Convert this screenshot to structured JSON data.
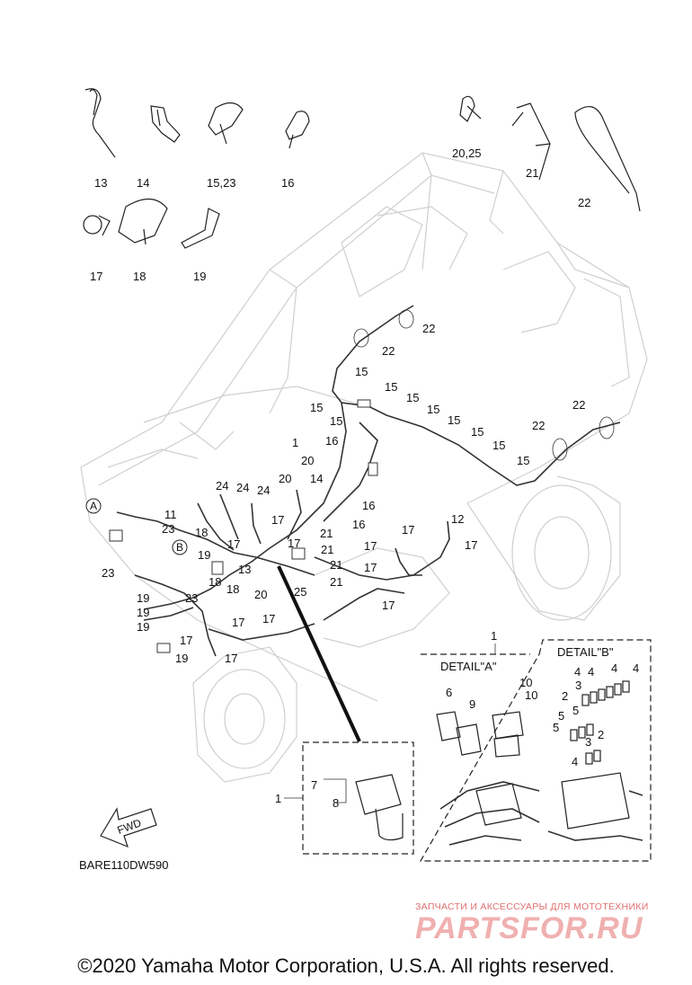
{
  "diagram": {
    "code": "BARE110DW590",
    "fwd_arrow": "FWD",
    "detail_a_title": "DETAIL\"A\"",
    "detail_b_title": "DETAIL\"B\"",
    "callout_a": "A",
    "callout_b": "B"
  },
  "clip_labels": [
    "13",
    "14",
    "15,23",
    "16",
    "20,25",
    "21",
    "22",
    "17",
    "18",
    "19"
  ],
  "vehicle_labels": [
    "22",
    "22",
    "15",
    "15",
    "15",
    "15",
    "15",
    "15",
    "15",
    "15",
    "15",
    "15",
    "22",
    "22",
    "16",
    "1",
    "20",
    "14",
    "20",
    "16",
    "24",
    "24",
    "24",
    "11",
    "23",
    "23",
    "18",
    "19",
    "17",
    "13",
    "18",
    "17",
    "17",
    "21",
    "21",
    "21",
    "21",
    "16",
    "12",
    "17",
    "17",
    "17",
    "17",
    "25",
    "20",
    "18",
    "23",
    "17",
    "19",
    "19",
    "19",
    "17",
    "19",
    "17",
    "17",
    "17"
  ],
  "detail_a_labels": [
    "1",
    "6",
    "9",
    "10",
    "10"
  ],
  "detail_b_labels": [
    "4",
    "4",
    "4",
    "4",
    "3",
    "2",
    "5",
    "5",
    "5",
    "3",
    "2",
    "4"
  ],
  "relay_labels": [
    "1",
    "7",
    "8"
  ],
  "watermark": {
    "line1": "ЗАПЧАСТИ И АКСЕССУАРЫ ДЛЯ МОТОТЕХНИКИ",
    "logo": "PARTSFOR.RU"
  },
  "copyright": "©2020 Yamaha Motor Corporation, U.S.A. All rights reserved."
}
